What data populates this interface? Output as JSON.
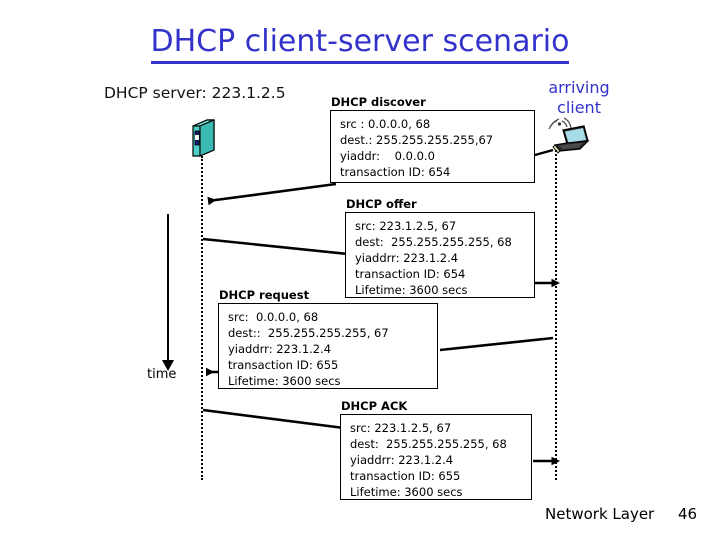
{
  "slide": {
    "title": "DHCP client-server scenario",
    "title_color": "#3333cc",
    "background": "#ffffff"
  },
  "actors": {
    "server": {
      "label": "DHCP server: 223.1.2.5",
      "icon": "server-icon",
      "icon_color": "#4fd0c8"
    },
    "client": {
      "label": "arriving client",
      "icon": "laptop-wireless-icon",
      "icon_color": "#a8dde8"
    }
  },
  "axis": {
    "time_label": "time"
  },
  "messages": [
    {
      "id": "discover",
      "title": "DHCP discover",
      "direction": "client-to-server",
      "lines": [
        "src : 0.0.0.0, 68",
        "dest.: 255.255.255.255,67",
        "yiaddr:    0.0.0.0",
        "transaction ID: 654"
      ]
    },
    {
      "id": "offer",
      "title": "DHCP offer",
      "direction": "server-to-client",
      "lines": [
        "src: 223.1.2.5, 67",
        "dest:  255.255.255.255, 68",
        "yiaddrr: 223.1.2.4",
        "transaction ID: 654",
        "Lifetime: 3600 secs"
      ]
    },
    {
      "id": "request",
      "title": "DHCP request",
      "direction": "client-to-server",
      "lines": [
        "src:  0.0.0.0, 68",
        "dest::  255.255.255.255, 67",
        "yiaddrr: 223.1.2.4",
        "transaction ID: 655",
        "Lifetime: 3600 secs"
      ]
    },
    {
      "id": "ack",
      "title": "DHCP ACK",
      "direction": "server-to-client",
      "lines": [
        "src: 223.1.2.5, 67",
        "dest:  255.255.255.255, 68",
        "yiaddrr: 223.1.2.4",
        "transaction ID: 655",
        "Lifetime: 3600 secs"
      ]
    }
  ],
  "footer": {
    "chapter": "Network Layer",
    "page": "46"
  }
}
